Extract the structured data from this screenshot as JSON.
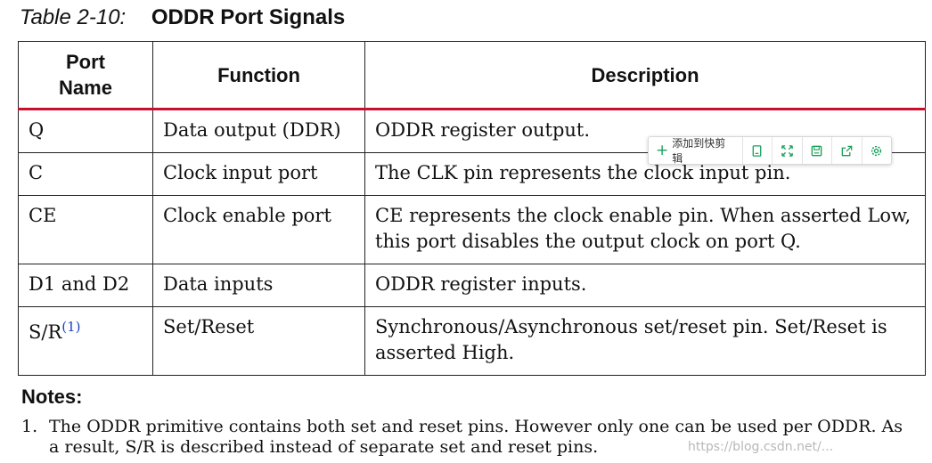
{
  "caption": {
    "number": "Table 2-10:",
    "title": "ODDR Port Signals"
  },
  "table": {
    "headers": [
      "Port Name",
      "Function",
      "Description"
    ],
    "rows": [
      {
        "port": "Q",
        "function": "Data output (DDR)",
        "description": "ODDR register output."
      },
      {
        "port": "C",
        "function": "Clock input port",
        "description": "The CLK pin represents the clock input pin."
      },
      {
        "port": "CE",
        "function": "Clock enable port",
        "description": "CE represents the clock enable pin. When asserted Low, this port disables the output clock on port Q."
      },
      {
        "port": "D1 and D2",
        "function": "Data inputs",
        "description": "ODDR register inputs."
      },
      {
        "port": "S/R",
        "port_footnote": "(1)",
        "function": "Set/Reset",
        "description": "Synchronous/Asynchronous set/reset pin. Set/Reset is asserted High."
      }
    ]
  },
  "notes": {
    "heading": "Notes:",
    "items": [
      {
        "number": "1.",
        "text": "The ODDR primitive contains both set and reset pins. However only one can be used per ODDR. As a result, S/R is described instead of separate set and reset pins."
      }
    ]
  },
  "toolbar": {
    "add_label": "添加到快剪辑",
    "accent": "#18a058",
    "icons": [
      "copy-icon",
      "expand-icon",
      "save-icon",
      "share-icon",
      "settings-icon"
    ]
  },
  "watermark": "https://blog.csdn.net/..."
}
